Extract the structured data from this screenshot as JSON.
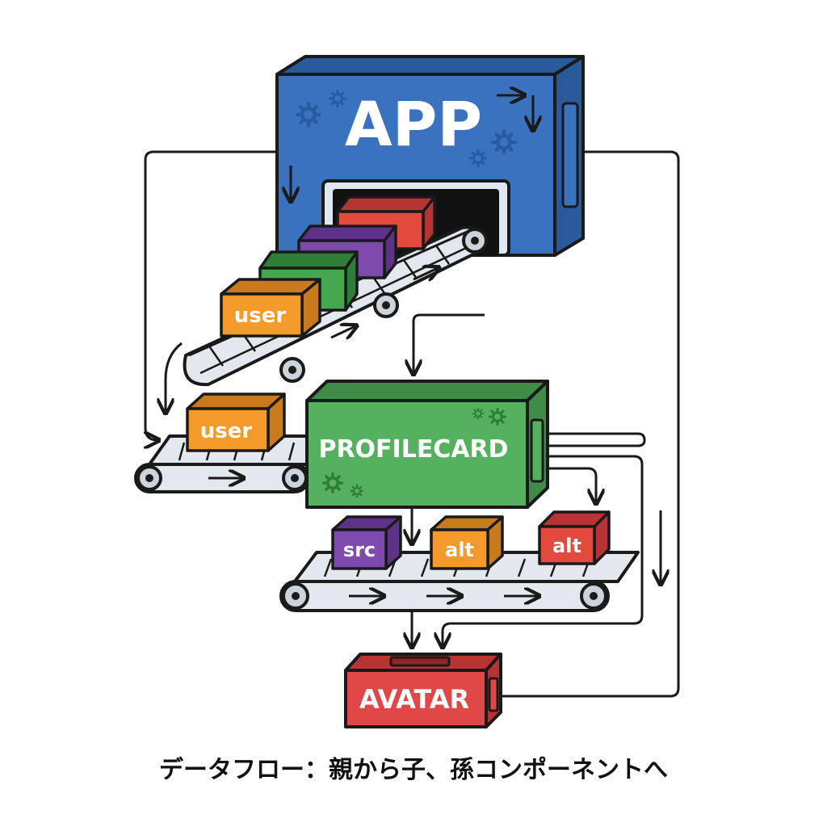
{
  "colors": {
    "app": "#3b72c0",
    "app_dark": "#2a5a9c",
    "profilecard": "#55b060",
    "profilecard_dark": "#3f8c48",
    "avatar": "#e04848",
    "avatar_dark": "#b83434",
    "box_orange": "#f39a2b",
    "box_green": "#45a84f",
    "box_purple": "#7e4aae",
    "box_red": "#e24a3e",
    "belt": "#e3e8ee",
    "outline": "#1a1a1a"
  },
  "components": {
    "app": {
      "label": "APP"
    },
    "profilecard": {
      "label": "PROFILECARD"
    },
    "avatar": {
      "label": "AVATAR"
    }
  },
  "props": {
    "user_top": "user",
    "user_mid": "user",
    "src": "src",
    "alt_orange": "alt",
    "alt_red": "alt"
  },
  "caption": "データフロー：親から子、孫コンポーネントへ"
}
